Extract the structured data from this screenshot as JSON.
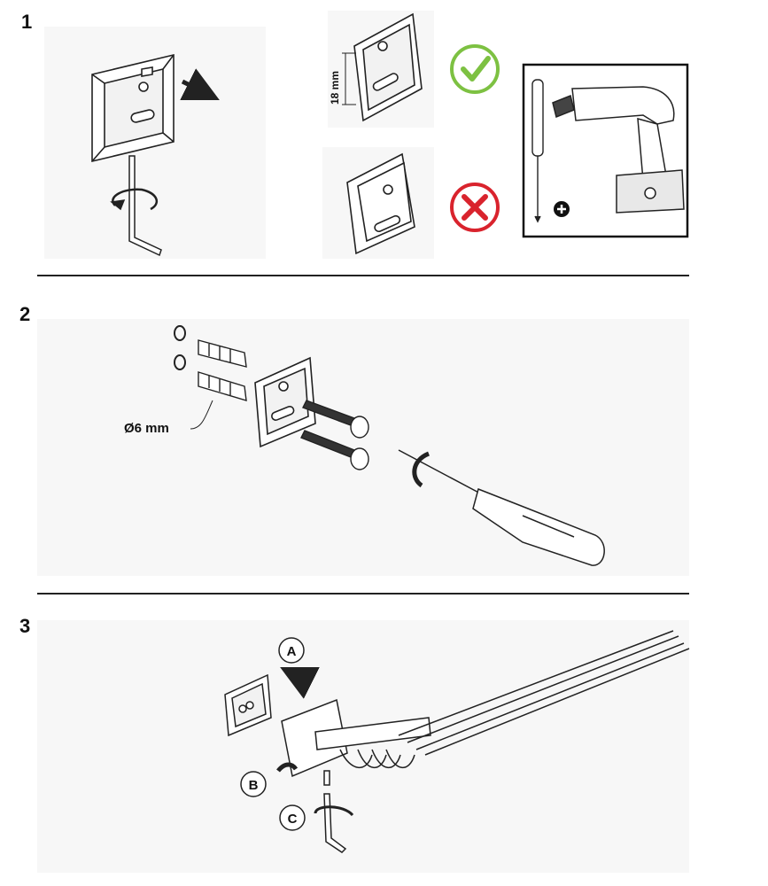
{
  "steps": [
    {
      "number": "1"
    },
    {
      "number": "2"
    },
    {
      "number": "3"
    }
  ],
  "step1": {
    "spacing_label": "18 mm",
    "correct_icon": "check-circle-icon",
    "incorrect_icon": "cross-circle-icon",
    "plus_icon": "plus-circle-icon",
    "tools": [
      "screwdriver-icon",
      "cordless-drill-icon"
    ]
  },
  "step2": {
    "drill_label": "Ø6 mm",
    "parts": [
      "washer-icon",
      "wall-plug-icon",
      "mounting-bracket-icon",
      "screw-icon",
      "screwdriver-icon"
    ]
  },
  "step3": {
    "callouts": [
      "A",
      "B",
      "C"
    ]
  },
  "colors": {
    "check": "#7dc142",
    "cross": "#d9232d",
    "line": "#222222",
    "panel_bg": "#f7f7f7"
  }
}
